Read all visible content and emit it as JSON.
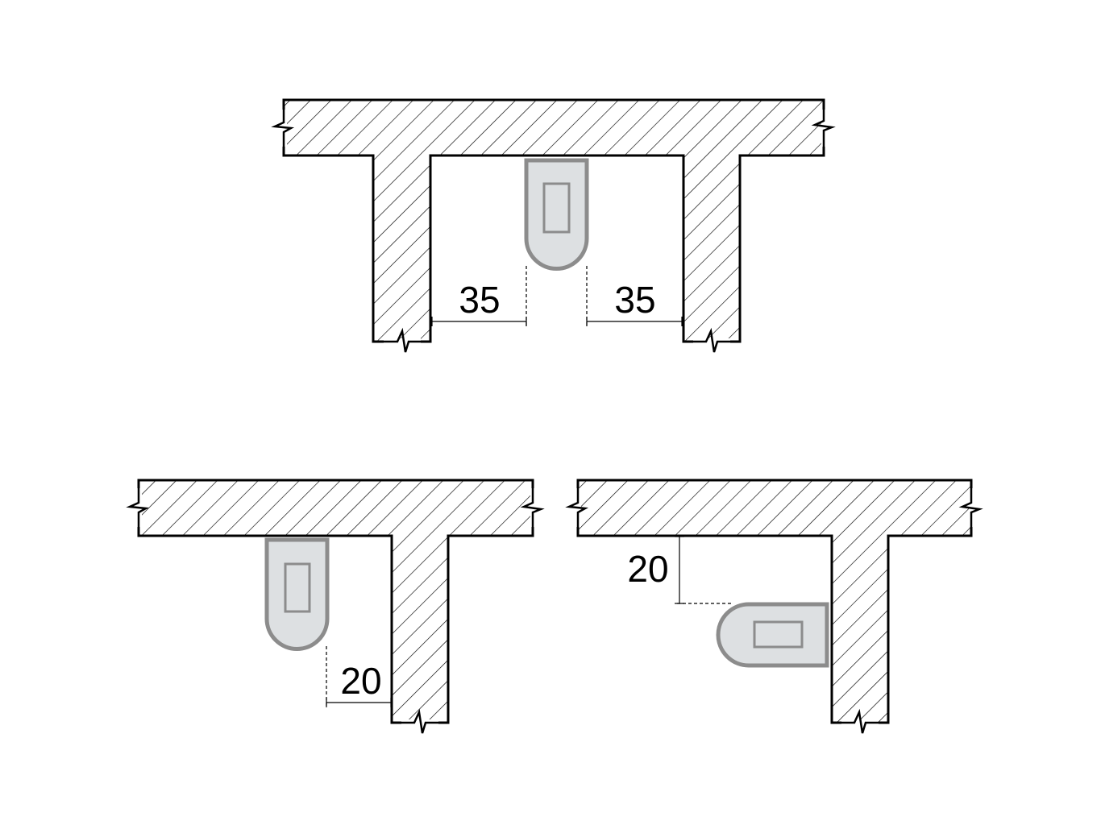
{
  "colors": {
    "background": "#ffffff",
    "wall_outline": "#000000",
    "fixture_fill": "#dde0e2",
    "fixture_outline": "#8c8c8c"
  },
  "icons": [
    "toilet-bowl-icon",
    "toilet-cistern-icon",
    "break-line-icon"
  ],
  "diagrams": {
    "top": {
      "dimension_left": "35",
      "dimension_right": "35"
    },
    "bottom_left": {
      "dimension": "20"
    },
    "bottom_right": {
      "dimension": "20"
    }
  }
}
